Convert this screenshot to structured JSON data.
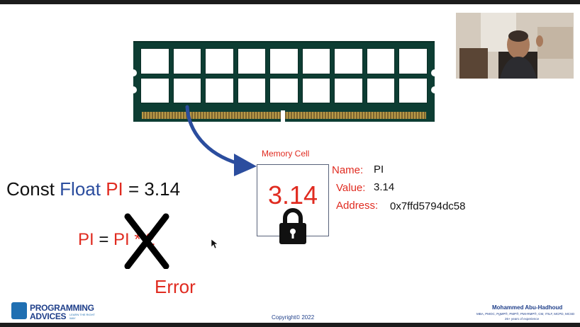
{
  "memory_cell": {
    "title": "Memory Cell",
    "value": "3.14"
  },
  "info": {
    "name_label": "Name:",
    "name_value": "PI",
    "value_label": "Value:",
    "value_value": "3.14",
    "address_label": "Address:",
    "address_value": "0x7ffd5794dc58"
  },
  "code": {
    "const_kw": "Const",
    "float_kw": "Float",
    "pi_kw": "PI",
    "assign": "= 3.14",
    "reassign_lhs": "PI",
    "reassign_eq": "=",
    "reassign_rhs": "PI * 2",
    "error": "Error"
  },
  "footer": {
    "logo_line1": "PROGRAMMING",
    "logo_line2": "ADVICES",
    "logo_tagline": "LEARN THE RIGHT WAY",
    "copyright": "Copyright© 2022",
    "author_name": "Mohammed Abu-Hadhoud",
    "author_creds": "MBA, PMOC, PgMP®, PMP®, PMI-RMP®, CM, ITILF, MCPD, MCSD",
    "author_experience": "26+ years of experience"
  },
  "colors": {
    "accent_red": "#e02b20",
    "keyword_blue": "#2b4d9e",
    "ram_green": "#0d3d33",
    "brand_blue": "#1f3f8a"
  },
  "icons": [
    "lock-icon",
    "cross-icon",
    "arrow-icon",
    "cursor-icon",
    "logo-icon"
  ]
}
